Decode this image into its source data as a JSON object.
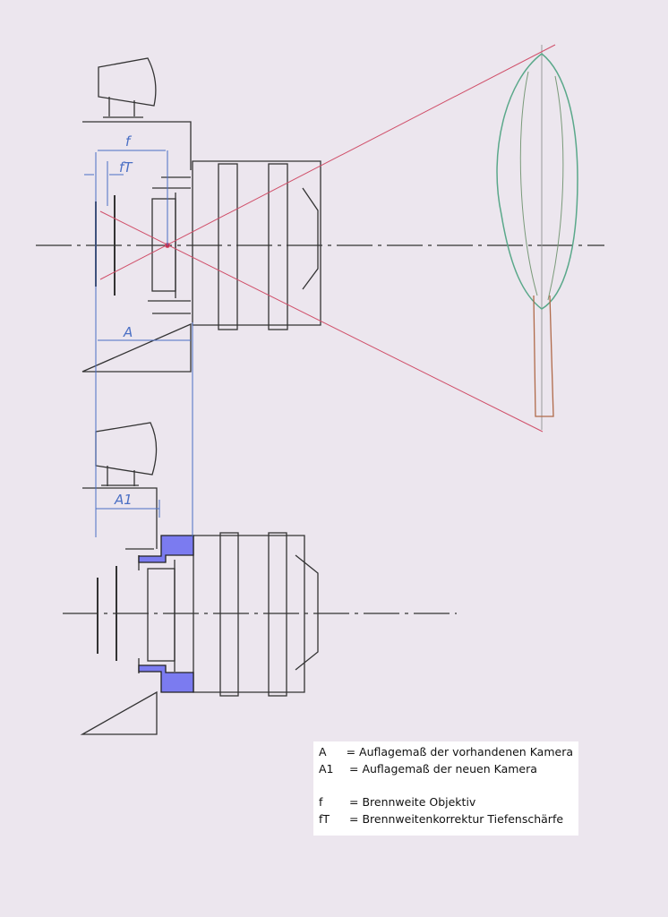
{
  "diagram": {
    "labels": {
      "f": "f",
      "fT": "fT",
      "A": "A",
      "A1": "A1"
    },
    "colors": {
      "paper": "#ece6ee",
      "ink": "#333333",
      "dimension": "#4a6fc4",
      "ray": "#d0506a",
      "adapter": "#7b7bf0"
    }
  },
  "legend": {
    "items": [
      {
        "key": "A",
        "text": "= Auflagemaß der vorhandenen Kamera"
      },
      {
        "key": "A1",
        "text": "= Auflagemaß der neuen Kamera"
      },
      {
        "key": "f",
        "text": "= Brennweite Objektiv"
      },
      {
        "key": "fT",
        "text": "= Brennweitenkorrektur Tiefenschärfe"
      }
    ]
  }
}
